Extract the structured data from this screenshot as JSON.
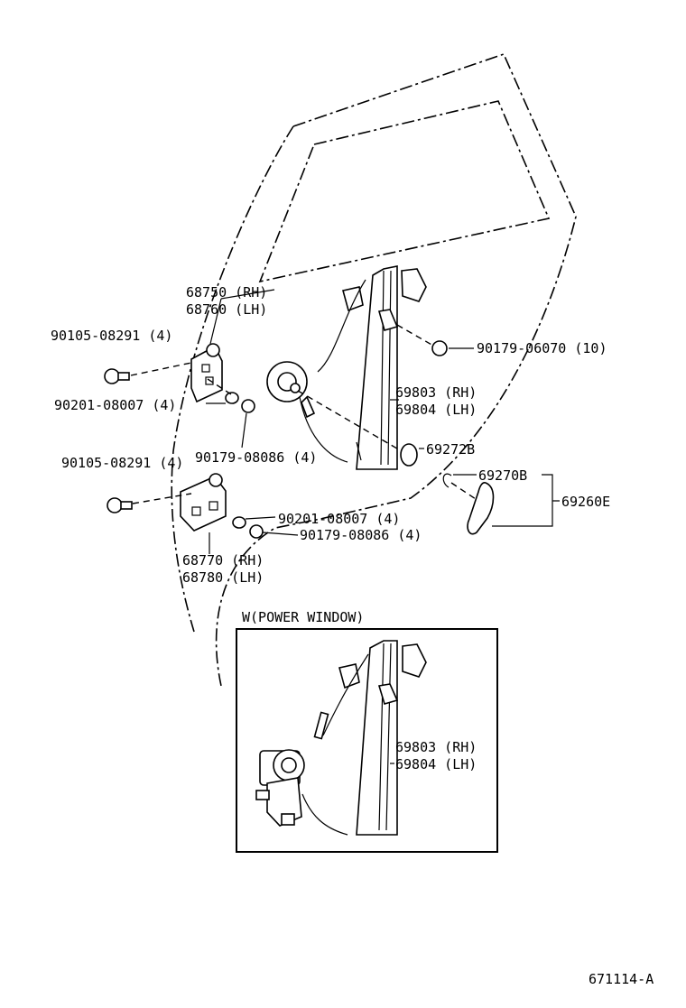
{
  "labels": {
    "p68750": "68750 (RH)",
    "p68760": "68760 (LH)",
    "p90105a": "90105-08291 (4)",
    "p90201a": "90201-08007 (4)",
    "p90179a": "90179-08086 (4)",
    "p90105b": "90105-08291 (4)",
    "p90201b": "90201-08007 (4)",
    "p90179b": "90179-08086 (4)",
    "p68770": "68770 (RH)",
    "p68780": "68780 (LH)",
    "p90179c": "90179-06070 (10)",
    "p69803": "69803 (RH)",
    "p69804": "69804 (LH)",
    "p69272": "69272B",
    "p69270": "69270B",
    "p69260": "69260E",
    "inset_title": "W(POWER WINDOW)",
    "p69803w": "69803 (RH)",
    "p69804w": "69804 (LH)",
    "catalog": "671114-A"
  }
}
